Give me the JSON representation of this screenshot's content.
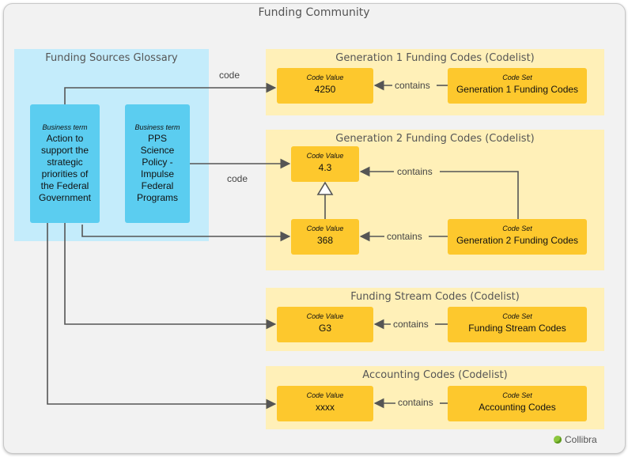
{
  "community": {
    "title": "Funding Community"
  },
  "glossary": {
    "title": "Funding Sources Glossary",
    "terms": [
      {
        "kind": "Business term",
        "name": "Action to support the strategic priorities of the Federal Government"
      },
      {
        "kind": "Business term",
        "name": "PPS Science Policy - Impulse Federal Programs"
      }
    ]
  },
  "codelists": [
    {
      "title": "Generation 1 Funding Codes (Codelist)",
      "values": [
        {
          "kind": "Code Value",
          "name": "4250"
        }
      ],
      "set": {
        "kind": "Code Set",
        "name": "Generation 1 Funding Codes"
      }
    },
    {
      "title": "Generation 2 Funding Codes (Codelist)",
      "values": [
        {
          "kind": "Code Value",
          "name": "4.3"
        },
        {
          "kind": "Code Value",
          "name": "368"
        }
      ],
      "set": {
        "kind": "Code Set",
        "name": "Generation 2 Funding Codes"
      }
    },
    {
      "title": "Funding Stream Codes (Codelist)",
      "values": [
        {
          "kind": "Code Value",
          "name": "G3"
        }
      ],
      "set": {
        "kind": "Code Set",
        "name": "Funding Stream Codes"
      }
    },
    {
      "title": "Accounting Codes (Codelist)",
      "values": [
        {
          "kind": "Code Value",
          "name": "xxxx"
        }
      ],
      "set": {
        "kind": "Code Set",
        "name": "Accounting Codes"
      }
    }
  ],
  "edge_labels": {
    "code": "code",
    "contains": "contains"
  },
  "logo": {
    "text": "Collibra"
  },
  "colors": {
    "frame_bg": "#f2f2f2",
    "glossary_bg": "#c4ecfb",
    "term_fill": "#5bcdf0",
    "codelist_bg": "#fff0b8",
    "asset_fill": "#fdc82d",
    "edge": "#555555",
    "logo": "#8cc63f"
  }
}
